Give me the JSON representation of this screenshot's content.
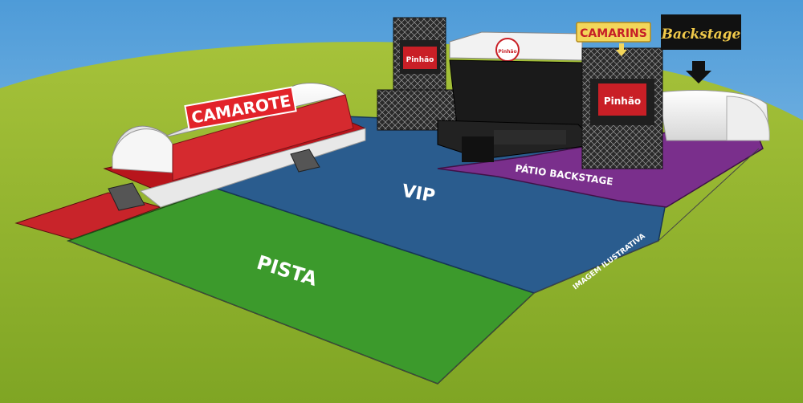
{
  "labels": {
    "camarote": "CAMAROTE",
    "camarins": "CAMARINS",
    "backstage": "Backstage",
    "vip": "VIP",
    "pista": "PISTA",
    "patio_backstage": "PÁTIO BACKSTAGE",
    "illustrative": "IMAGEM ILUSTRATIVA",
    "brand": "Pinhão"
  },
  "colors": {
    "sky": "#6fb0e0",
    "grass": "#8fb42a",
    "pista": "#3c9a2c",
    "vip": "#2a5c8e",
    "patio_backstage": "#7a2f8c",
    "camarote_floor": "#c8242a",
    "camarote_sign": "#e2232a",
    "camarins_sign": "#f3d65a",
    "backstage_sign": "#111111"
  },
  "icons": {
    "camarins_pointer": "arrow-down-icon",
    "backstage_pointer": "arrow-down-icon"
  }
}
